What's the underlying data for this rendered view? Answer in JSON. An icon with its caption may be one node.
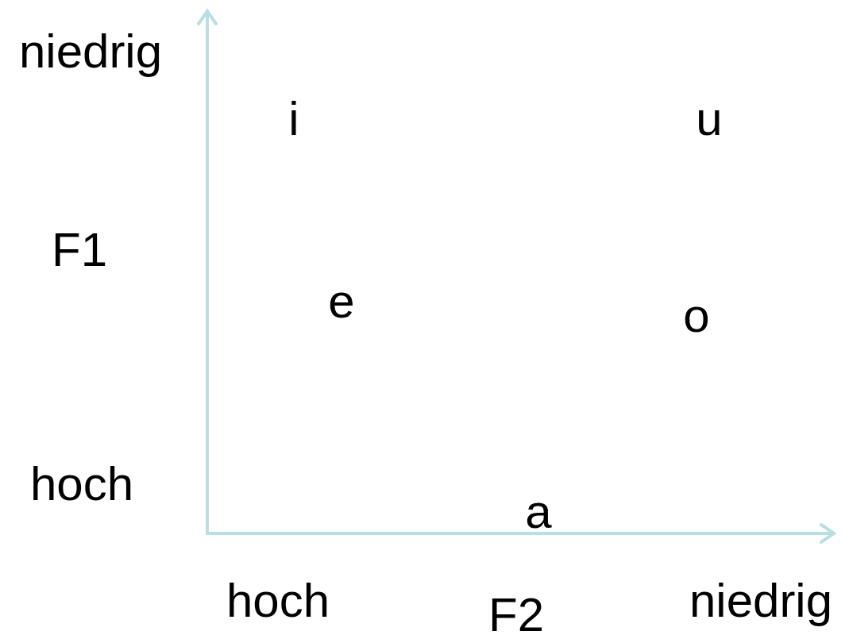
{
  "diagram": {
    "labels": [
      "niedrig",
      "i",
      "u",
      "F1",
      "e",
      "o",
      "hoch",
      "a",
      "hoch",
      "F2",
      "niedrig"
    ]
  }
}
